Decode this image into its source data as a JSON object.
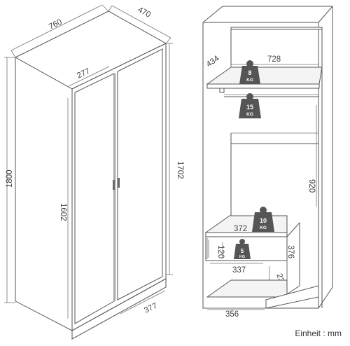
{
  "dimensions": {
    "width": "760",
    "depth": "470",
    "height_total": "1800",
    "height_body": "1702",
    "door_width": "277",
    "door_height": "1602",
    "plinth_depth": "377",
    "shelf_width": "728",
    "shelf_depth": "434",
    "hanging_height": "920",
    "drawer_width": "372",
    "drawer_height_front": "120",
    "drawer_inner_width": "337",
    "drawer_side_height": "376",
    "drawer_depth": "239",
    "base_width": "356"
  },
  "loads": {
    "shelf": {
      "value": "8",
      "unit": "KG"
    },
    "rail": {
      "value": "15",
      "unit": "KG"
    },
    "drawer_top": {
      "value": "10",
      "unit": "KG"
    },
    "drawer": {
      "value": "5",
      "unit": "KG"
    }
  },
  "colors": {
    "badge": "#555555"
  },
  "unit_note": "Einheit : mm"
}
